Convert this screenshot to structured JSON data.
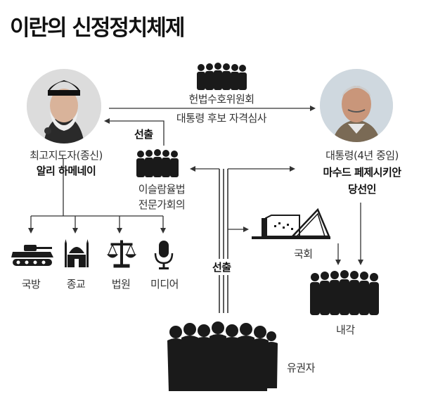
{
  "title": "이란의 신정정치체제",
  "nodes": {
    "leader": {
      "role": "최고지도자(종신)",
      "name": "알리 하메네이"
    },
    "president": {
      "role": "대통령(4년 중임)",
      "name_line1": "마수드 페제시키안",
      "name_line2": "당선인"
    },
    "guardian_council": {
      "line1": "헌법수호위원회",
      "line2": "대통령 후보 자격심사"
    },
    "experts": {
      "line1": "이슬람율법",
      "line2": "전문가회의"
    },
    "parliament": {
      "label": "국회"
    },
    "cabinet": {
      "label": "내각"
    },
    "voters": {
      "label": "유권자"
    }
  },
  "edge_labels": {
    "election_top": "선출",
    "election_mid": "선출"
  },
  "leader_controls": [
    {
      "label": "국방",
      "icon": "tank-icon"
    },
    {
      "label": "종교",
      "icon": "mosque-icon"
    },
    {
      "label": "법원",
      "icon": "scales-icon"
    },
    {
      "label": "미디어",
      "icon": "microphone-icon"
    }
  ],
  "colors": {
    "line": "#333333",
    "silhouette": "#1a1a1a",
    "title": "#111111"
  }
}
